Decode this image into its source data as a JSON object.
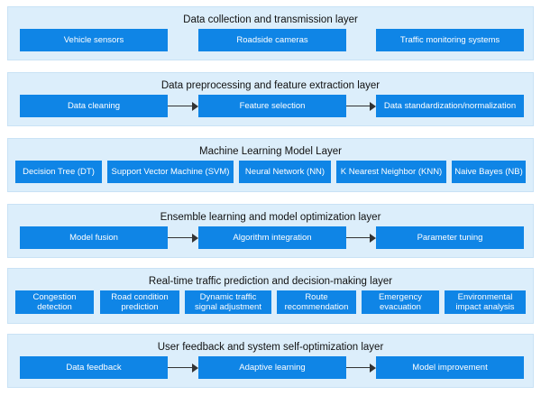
{
  "layers": [
    {
      "title": "Data collection and transmission layer",
      "boxes": [
        "Vehicle sensors",
        "Roadside cameras",
        "Traffic monitoring systems"
      ]
    },
    {
      "title": "Data preprocessing and feature extraction layer",
      "boxes": [
        "Data cleaning",
        "Feature selection",
        "Data standardization/normalization"
      ]
    },
    {
      "title": "Machine Learning Model Layer",
      "boxes": [
        "Decision Tree (DT)",
        "Support Vector Machine (SVM)",
        "Neural Network (NN)",
        "K Nearest Neighbor (KNN)",
        "Naive Bayes (NB)"
      ]
    },
    {
      "title": "Ensemble learning and model optimization layer",
      "boxes": [
        "Model fusion",
        "Algorithm integration",
        "Parameter tuning"
      ]
    },
    {
      "title": "Real-time traffic prediction and decision-making layer",
      "boxes": [
        [
          "Congestion",
          "detection"
        ],
        [
          "Road condition",
          "prediction"
        ],
        [
          "Dynamic traffic",
          "signal adjustment"
        ],
        [
          "Route",
          "recommendation"
        ],
        [
          "Emergency",
          "evacuation"
        ],
        [
          "Environmental",
          "impact analysis"
        ]
      ]
    },
    {
      "title": "User feedback and system self-optimization layer",
      "boxes": [
        "Data feedback",
        "Adaptive learning",
        "Model improvement"
      ]
    }
  ],
  "colors": {
    "layer_background": "#dceefb",
    "box_fill": "#0f85e6",
    "box_text": "#ffffff",
    "arrow": "#333333"
  }
}
